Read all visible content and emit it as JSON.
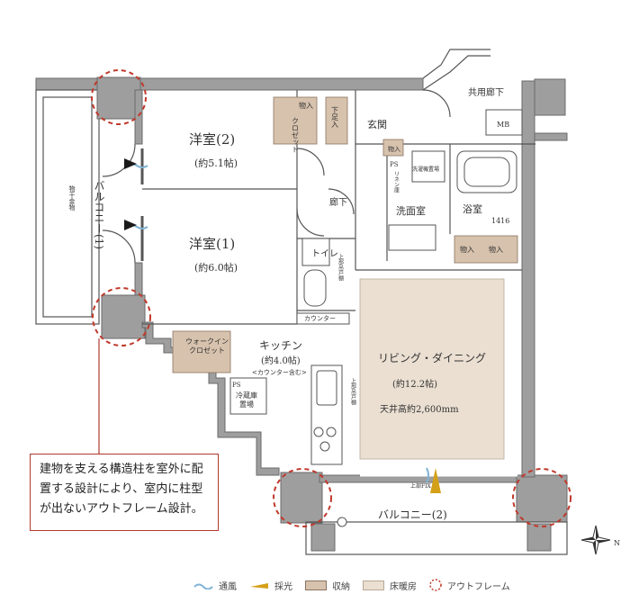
{
  "rooms": {
    "western_room_2": {
      "name": "洋室(2)",
      "size": "(約5.1帖)"
    },
    "western_room_1": {
      "name": "洋室(1)",
      "size": "(約6.0帖)"
    },
    "kitchen": {
      "name": "キッチン",
      "size": "(約4.0帖)",
      "note": "<カウンター含む>"
    },
    "living_dining": {
      "name": "リビング・ダイニング",
      "size": "(約12.2帖)",
      "ceiling": "天井高約2,600mm"
    },
    "entrance": "玄関",
    "hallway": "廊下",
    "toilet": "トイレ",
    "washroom": "洗面室",
    "bathroom": "浴室",
    "bathroom_size": "1416",
    "balcony_1": "バルコニー(1)",
    "balcony_2": "バルコニー(2)",
    "shared_corridor": "共用廊下"
  },
  "labels": {
    "storage": "物入",
    "closet": "クロゼット",
    "shoe": "下足入",
    "walk_in_closet": "ウォークイン\nクロゼット",
    "ps": "PS",
    "mb": "MB",
    "counter": "カウンター",
    "fridge": "冷蔵庫\n置場",
    "wash_machine": "洗濯機置場",
    "top_shelf": "上部吊戸棚",
    "linen": "リネン庫",
    "storage_rack": "物干金物",
    "fix_window": "上部FIX",
    "wall_unit": "上部吊戸棚"
  },
  "callout": "建物を支える構造柱を室外に配置する設計により、室内に柱型が出ないアウトフレーム設計。",
  "legend": [
    {
      "label": "通風",
      "kind": "wind",
      "color": "#7fb3d5"
    },
    {
      "label": "採光",
      "kind": "light",
      "color": "#d4a017"
    },
    {
      "label": "収納",
      "kind": "storage",
      "color": "#d7c2ad"
    },
    {
      "label": "床暖房",
      "kind": "heat",
      "color": "#eadfd1"
    },
    {
      "label": "アウトフレーム",
      "kind": "outframe",
      "color": "#c0392b"
    }
  ]
}
